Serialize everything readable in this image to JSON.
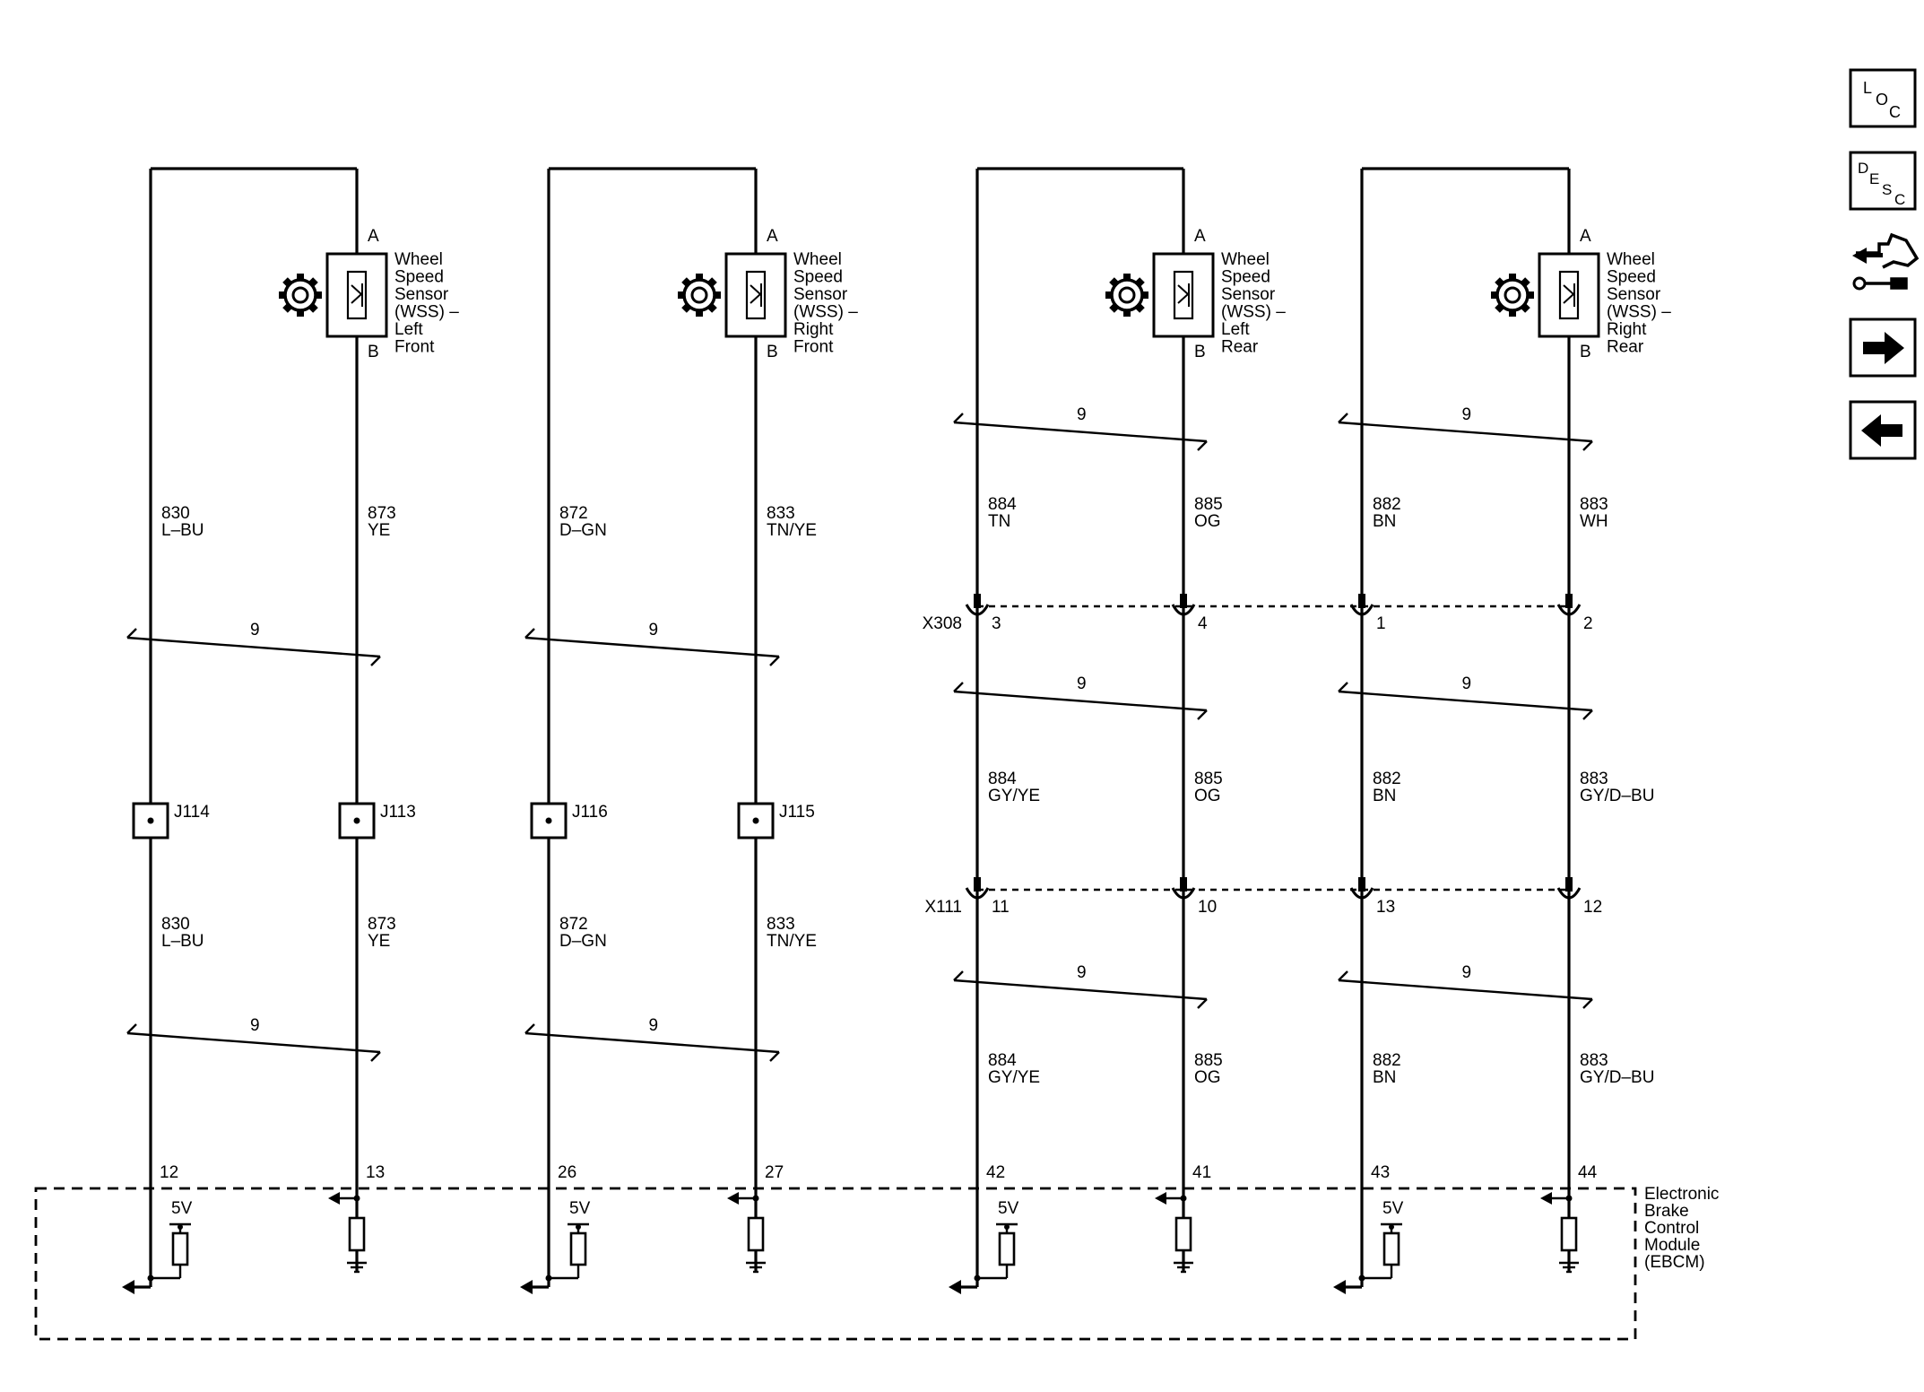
{
  "sensors": [
    {
      "label": "Wheel Speed Sensor (WSS) - Left Front",
      "lines": [
        "Wheel",
        "Speed",
        "Sensor",
        "(WSS) –",
        "Left",
        "Front"
      ],
      "pin_top": "A",
      "pin_bottom": "B"
    },
    {
      "label": "Wheel Speed Sensor (WSS) - Right Front",
      "lines": [
        "Wheel",
        "Speed",
        "Sensor",
        "(WSS) –",
        "Right",
        "Front"
      ],
      "pin_top": "A",
      "pin_bottom": "B"
    },
    {
      "label": "Wheel Speed Sensor (WSS) - Left Rear",
      "lines": [
        "Wheel",
        "Speed",
        "Sensor",
        "(WSS) –",
        "Left",
        "Rear"
      ],
      "pin_top": "A",
      "pin_bottom": "B"
    },
    {
      "label": "Wheel Speed Sensor (WSS) - Right Rear",
      "lines": [
        "Wheel",
        "Speed",
        "Sensor",
        "(WSS) –",
        "Right",
        "Rear"
      ],
      "pin_top": "A",
      "pin_bottom": "B"
    }
  ],
  "twisted_pair_label": "9",
  "wires_front": [
    {
      "circuit": "830",
      "color": "L–BU"
    },
    {
      "circuit": "873",
      "color": "YE"
    },
    {
      "circuit": "872",
      "color": "D–GN"
    },
    {
      "circuit": "833",
      "color": "TN/YE"
    }
  ],
  "splices": [
    "J114",
    "J113",
    "J116",
    "J115"
  ],
  "wires_rear_upper": [
    {
      "circuit": "884",
      "color": "TN"
    },
    {
      "circuit": "885",
      "color": "OG"
    },
    {
      "circuit": "882",
      "color": "BN"
    },
    {
      "circuit": "883",
      "color": "WH"
    }
  ],
  "connector_x308": {
    "name": "X308",
    "pins": [
      "3",
      "4",
      "1",
      "2"
    ]
  },
  "wires_rear_middle": [
    {
      "circuit": "884",
      "color": "GY/YE"
    },
    {
      "circuit": "885",
      "color": "OG"
    },
    {
      "circuit": "882",
      "color": "BN"
    },
    {
      "circuit": "883",
      "color": "GY/D–BU"
    }
  ],
  "connector_x111": {
    "name": "X111",
    "pins": [
      "11",
      "10",
      "13",
      "12"
    ]
  },
  "wires_rear_lower": [
    {
      "circuit": "884",
      "color": "GY/YE"
    },
    {
      "circuit": "885",
      "color": "OG"
    },
    {
      "circuit": "882",
      "color": "BN"
    },
    {
      "circuit": "883",
      "color": "GY/D–BU"
    }
  ],
  "module": {
    "lines": [
      "Electronic",
      "Brake",
      "Control",
      "Module",
      "(EBCM)"
    ],
    "pins": [
      "12",
      "13",
      "26",
      "27",
      "42",
      "41",
      "43",
      "44"
    ],
    "voltage_label": "5V"
  },
  "nav": {
    "loc": {
      "l": "L",
      "o": "O",
      "c": "C"
    },
    "desc": {
      "d": "D",
      "e": "E",
      "s": "S",
      "c": "C"
    }
  }
}
